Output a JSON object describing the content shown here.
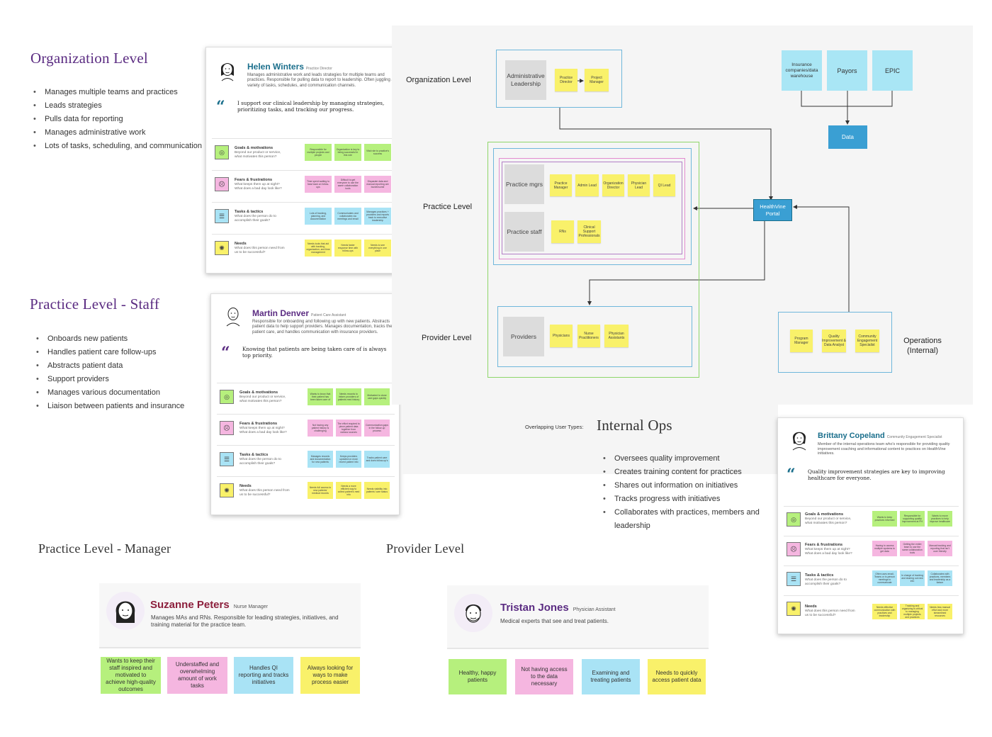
{
  "org": {
    "title": "Organization Level",
    "bullets": [
      "Manages multiple teams and practices",
      "Leads strategies",
      "Pulls data for reporting",
      "Manages administrative work",
      "Lots of tasks, scheduling, and communication"
    ]
  },
  "staff": {
    "title": "Practice Level - Staff",
    "bullets": [
      "Onboards new patients",
      "Handles patient care follow-ups",
      "Abstracts patient data",
      "Support providers",
      "Manages various documentation",
      "Liaison between patients and insurance"
    ]
  },
  "internal": {
    "title": "Internal Ops",
    "bullets": [
      "Oversees quality improvement",
      "Creates training content for practices",
      "Shares out information on initiatives",
      "Tracks progress with initiatives",
      "Collaborates with practices, members and leadership"
    ]
  },
  "rows": [
    {
      "title": "Goals & motivations",
      "sub": "Beyond our product or service, what motivates this person?"
    },
    {
      "title": "Fears & frustrations",
      "sub": "What keeps them up at night? What does a bad day look like?"
    },
    {
      "title": "Tasks & tactics",
      "sub": "What does the person do to accomplish their goals?"
    },
    {
      "title": "Needs",
      "sub": "What does this person need from us to be successful?"
    }
  ],
  "helen": {
    "name": "Helen Winters",
    "role": "Practice Director",
    "desc": "Manages administrative work and leads strategies for multiple teams and practices. Responsible for pulling data to report to leadership. Often juggling a variety of tasks, schedules, and communication channels.",
    "quote": "I support our clinical leadership by managing strategies, prioritizing tasks, and tracking our progress.",
    "stickies": [
      [
        "Responsible for multiple projects and people",
        "Organization is key to being successful in this role",
        "Vital role to practice's success"
      ],
      [
        "Time spent waiting to hear back on follow-ups",
        "Difficult to get everyone to use the same collaboration tools",
        "Disparate data and manual reporting are burdensome"
      ],
      [
        "Lots of tracking, planning, and documentation",
        "Communicates and collaborates via meetings and email",
        "Manages practices + providers and reports back to executive leadership"
      ],
      [
        "Needs tools that aid with tracking, organization, and time management",
        "Needs faster response time with follow-ups",
        "Needs to see everything in one place"
      ]
    ]
  },
  "martin": {
    "name": "Martin Denver",
    "role": "Patient Care Assistant",
    "desc": "Responsible for onboarding and following up with new patients. Abstracts patient data to help support providers. Manages documentation, tracks the patient care, and handles communication with insurance providers.",
    "quote": "Knowing that patients are being taken care of is always top priority.",
    "stickies": [
      [
        "Wants to know that their patient has been taken care of",
        "Needs records to inform providers of patients med history",
        "Motivated to close care gaps quickly"
      ],
      [
        "Not having any patient history is challenging",
        "The effort required to piece patient data together from various sources",
        "Communication gaps in the follow-up process"
      ],
      [
        "Manages records and documentation for new patients",
        "Keeps providers updated on most recent patient info",
        "Tracks patient care and does follow-up's"
      ],
      [
        "Needs full access to new patients' medical records",
        "Needs a more efficient way to collect patient's med info",
        "Needs visibility into patients' care status"
      ]
    ]
  },
  "brittany": {
    "name": "Brittany Copeland",
    "role": "Community Engagement Specialist",
    "desc": "Member of the internal operations team who's responsible for providing quality improvement coaching and informational content to practices on HealthVine initiatives.",
    "quote": "Quality improvement strategies are key to improving healthcare for everyone.",
    "stickies": [
      [
        "Wants to keep practices informed",
        "Responsible for supporting quality improvement at PH",
        "Wants to move practices to help improve healthcare"
      ],
      [
        "Having to access multiple systems to get data",
        "Getting the entire team to use the same collaboration tools",
        "Manual tracking and reporting that isn't user friendly"
      ],
      [
        "Often uses email, Teams or in-person meetings to communicate",
        "In charge of tracking and sharing out new info",
        "Collaborates with practices, members and leadership as a liaison"
      ],
      [
        "Needs effective communication with practices and leadership",
        "Tracking and organizing is critical to managing multiple projects and practices",
        "Needs less manual effort and more streamlined resources"
      ]
    ]
  },
  "manager": {
    "title": "Practice Level - Manager",
    "name": "Suzanne Peters",
    "role": "Nurse Manager",
    "desc": "Manages MAs and RNs. Responsible for leading strategies, initiatives, and training material for the practice team.",
    "stickies": [
      "Wants to keep their staff inspired and motivated to achieve high-quality outcomes",
      "Understaffed and overwhelming amount of work tasks",
      "Handles QI reporting and tracks initiatives",
      "Always looking for ways to make process easier"
    ]
  },
  "provider": {
    "title": "Provider Level",
    "name": "Tristan Jones",
    "role": "Physician Assistant",
    "desc": "Medical experts that see and treat patients.",
    "stickies": [
      "Healthy, happy patients",
      "Not having access to the data necessary",
      "Examining and treating patients",
      "Needs to quickly access patient data"
    ]
  },
  "diagram": {
    "org_label": "Organization Level",
    "practice_label": "Practice Level",
    "provider_label": "Provider Level",
    "ops_label": "Operations (Internal)",
    "admin": "Administrative Leadership",
    "practice_director": "Practice Director",
    "project_manager": "Project Manager",
    "insurance": "Insurance companies/data warehouse",
    "payors": "Payors",
    "epic": "EPIC",
    "data": "Data",
    "portal": "HealthVine Portal",
    "practice_mgrs": "Practice mgrs",
    "mgr_roles": [
      "Practice Manager",
      "Admin Lead",
      "Organization Director",
      "Physician Lead",
      "QI Lead"
    ],
    "practice_staff": "Practice staff",
    "staff_roles": [
      "RNs",
      "Clinical Support Professionals"
    ],
    "providers": "Providers",
    "provider_roles": [
      "Physicians",
      "Nurse Practitioners",
      "Physician Assistants"
    ],
    "ops_roles": [
      "Program Manager",
      "Quality Improvement & Data Analyst",
      "Community Engagement Specialist"
    ],
    "overlap": "Overlapping User Types:"
  },
  "colors": {
    "accent": "#5b2c82",
    "teal": "#1b6f8c",
    "portal": "#3a9fd3"
  }
}
